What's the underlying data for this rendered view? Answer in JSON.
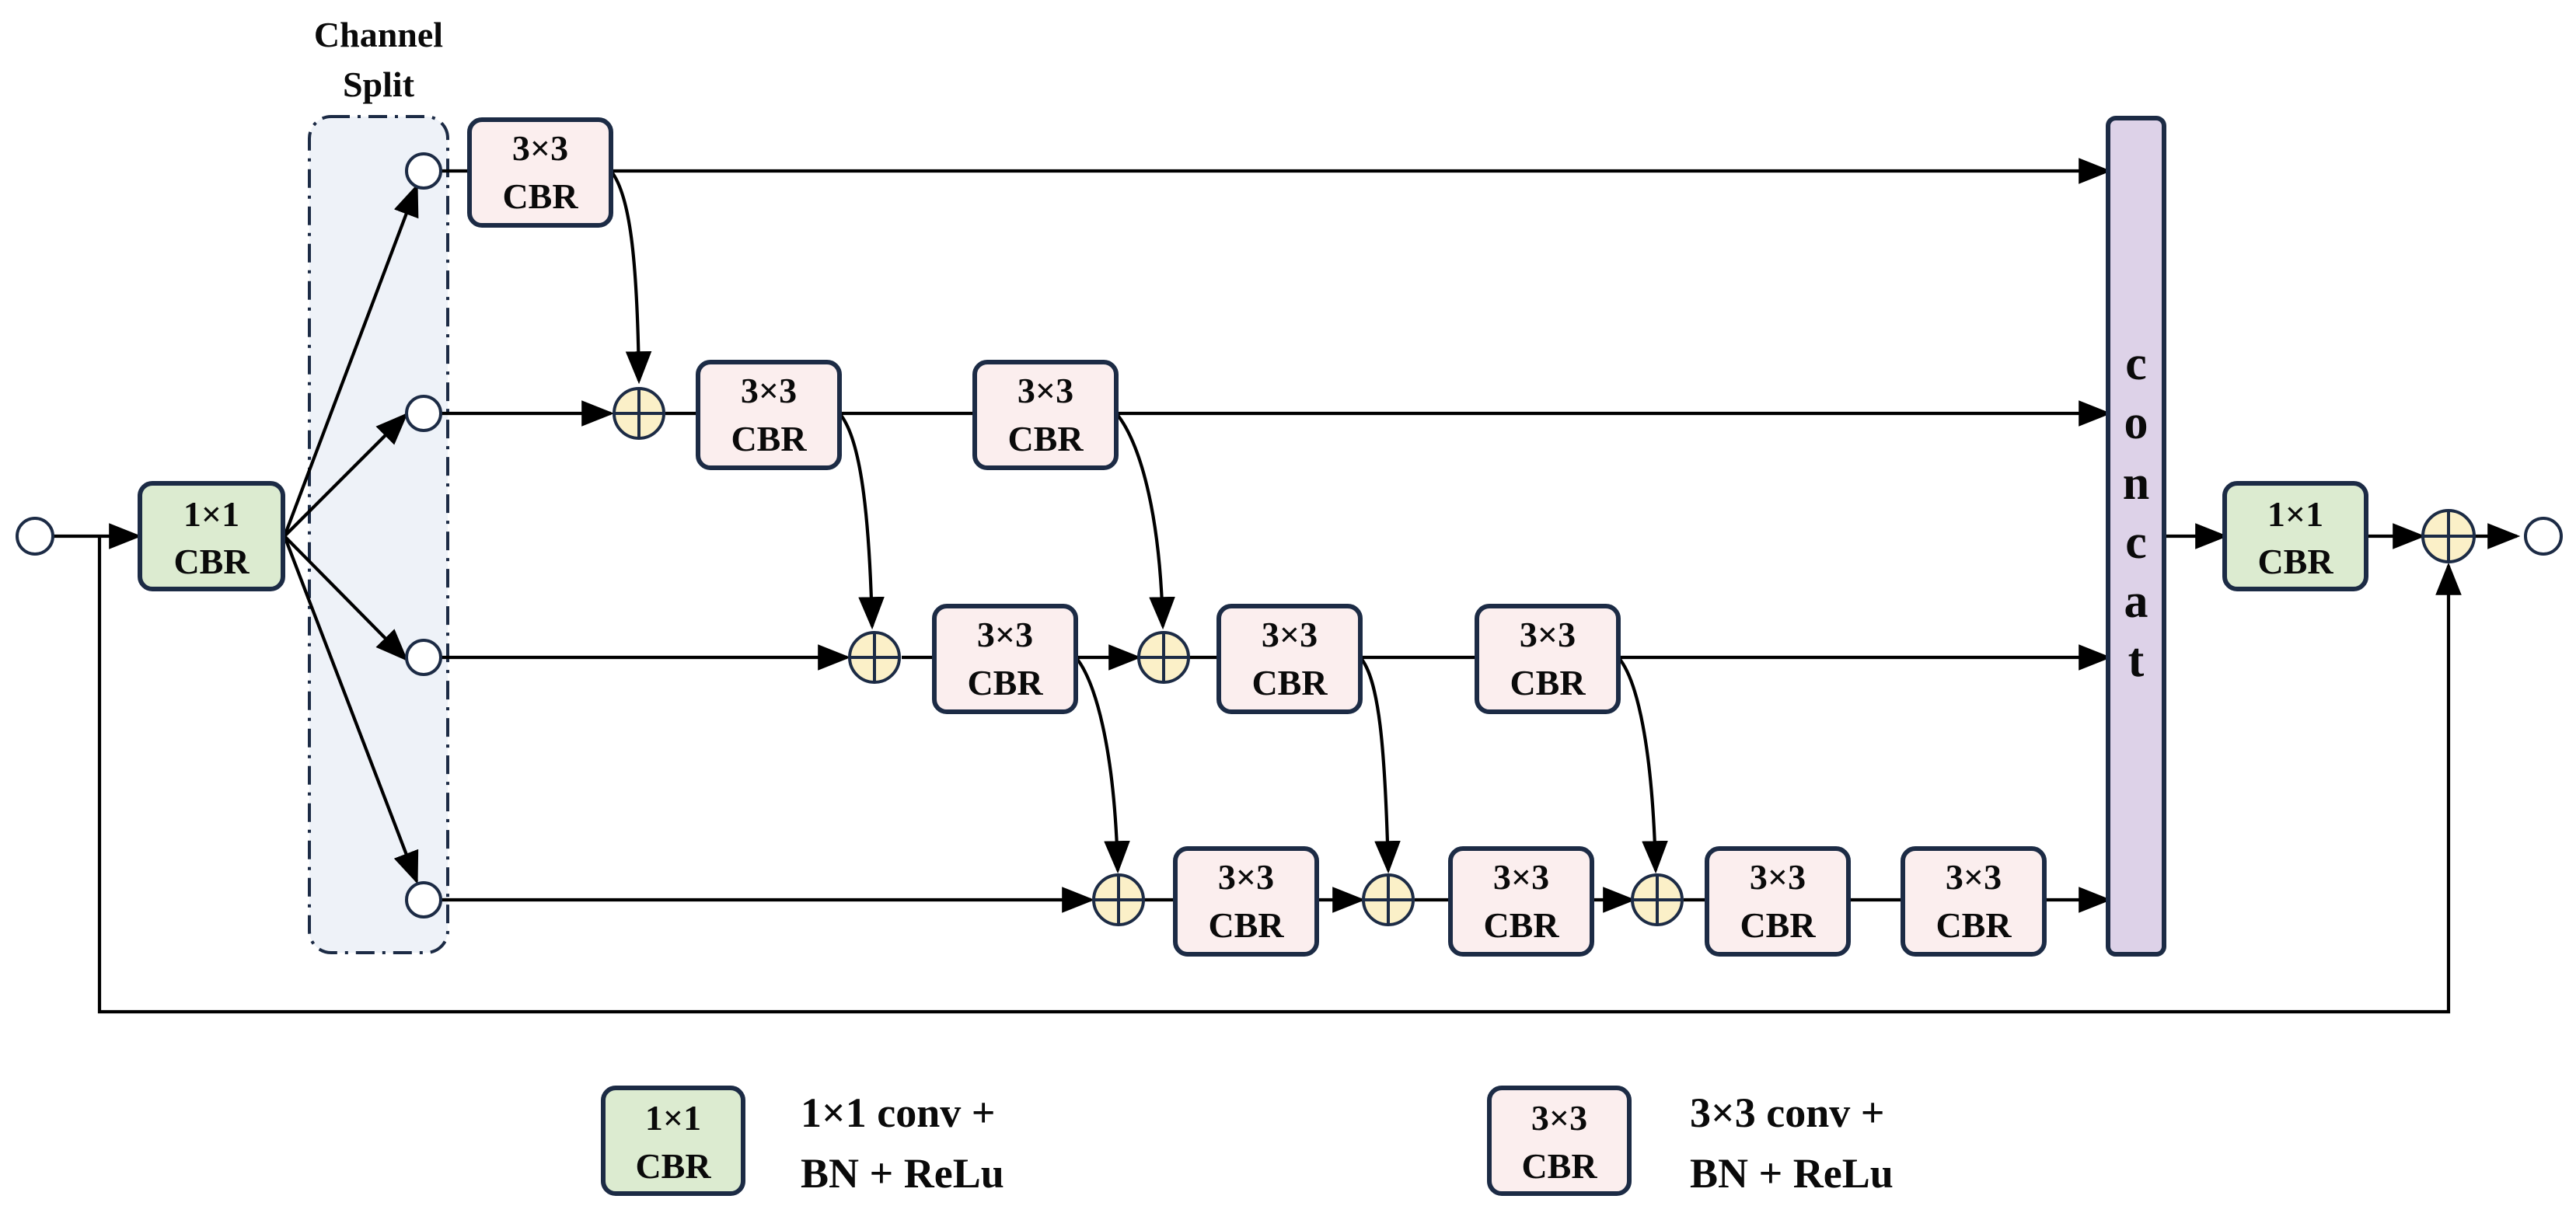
{
  "split_label": [
    "Channel",
    "Split"
  ],
  "cbr1": {
    "line1": "1×1",
    "line2": "CBR"
  },
  "cbr3": {
    "line1": "3×3",
    "line2": "CBR"
  },
  "concat_label": [
    "c",
    "o",
    "n",
    "c",
    "a",
    "t"
  ],
  "legend": [
    {
      "line1": "1×1 conv +",
      "line2": "BN + ReLu"
    },
    {
      "line1": "3×3 conv +",
      "line2": "BN + ReLu"
    }
  ],
  "colors": {
    "cbr1_fill": "#dcebd0",
    "cbr3_fill": "#fbeeee",
    "box_stroke": "#1c2b45",
    "split_fill": "#eef2f8",
    "concat_fill": "#ddd2e8",
    "add_fill": "#fbf0c8"
  }
}
